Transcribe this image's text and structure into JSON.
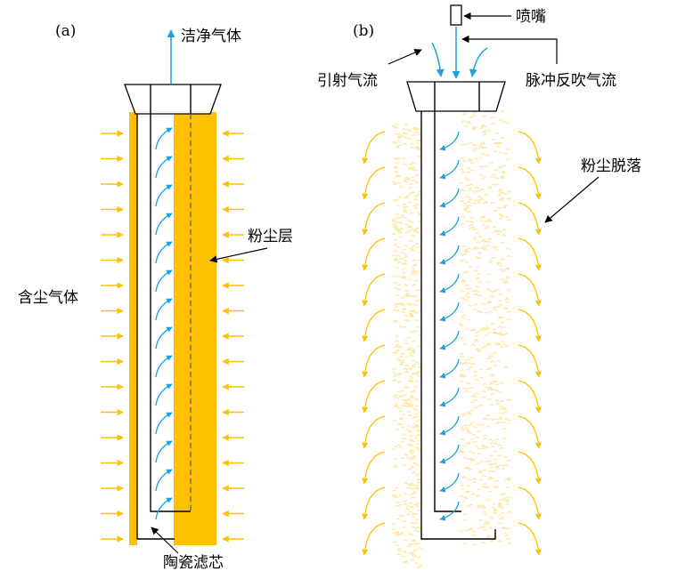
{
  "panel_a": {
    "tag": "(a)",
    "clean_gas": "洁净气体",
    "dust_layer": "粉尘层",
    "dusty_gas": "含尘气体",
    "ceramic_filter": "陶瓷滤芯"
  },
  "panel_b": {
    "tag": "(b)",
    "nozzle": "喷嘴",
    "induced_flow": "引射气流",
    "pulse_flow": "脉冲反吹气流",
    "dust_fall": "粉尘脱落"
  },
  "colors": {
    "dust": "#FFC000",
    "dust_light": "#FFE49A",
    "flow": "#1BA1E2",
    "line": "#000000",
    "dashed": "#666666"
  }
}
